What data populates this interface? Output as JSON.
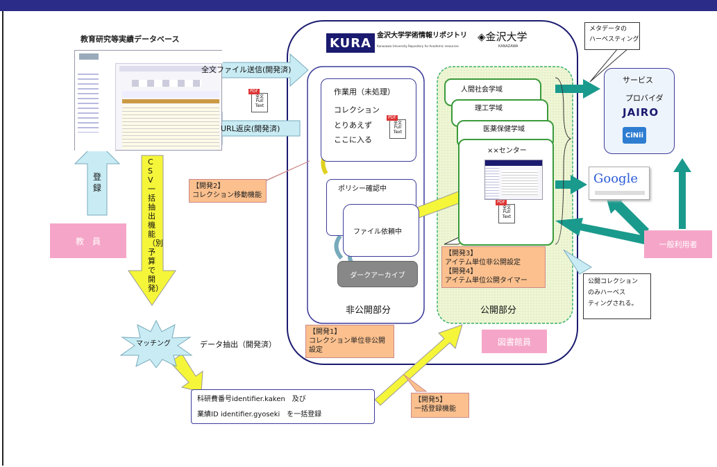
{
  "db_title": "教育研究等実績データベース",
  "kura_logo": "KURA",
  "kura_name": "金沢大学学術情報リポジトリ",
  "kura_name_en": "Kanazawa University Repository for Academic resources",
  "univ_logo": "金沢大学",
  "univ_logo_en": "KANAZAWA",
  "fulltext_send": "全文ファイル送信(開発済)",
  "url_return": "URL返戻(開発済)",
  "register": "登録",
  "faculty": "教　員",
  "csv_vertical": "CSV一括抽出機能（別予算で開発）",
  "matching": "マッチング",
  "data_extract": "データ抽出（開発済）",
  "bulk_line1": "科研費番号identifier.kaken　及び",
  "bulk_line2": "業績ID identifier.gyoseki　を一括登録",
  "work_title": "作業用（未処理）",
  "work_l2": "コレクション",
  "work_l3": "とりあえず",
  "work_l4": "ここに入る",
  "policy": "ポリシー確認中",
  "file_request": "ファイル依頼中",
  "dark_archive": "ダークアーカイブ",
  "private_part": "非公開部分",
  "public_part": "公開部分",
  "col1": "人間社会学域",
  "col2": "理工学域",
  "col3": "医薬保健学域",
  "col4": "××センター",
  "dev1_l1": "【開発1】",
  "dev1_l2": "コレクション単位非公開",
  "dev1_l3": "設定",
  "dev2_l1": "【開発2】",
  "dev2_l2": "コレクション移動機能",
  "dev34_l1": "【開発3】",
  "dev34_l2": "アイテム単位非公開設定",
  "dev34_l3": "【開発4】",
  "dev34_l4": "アイテム単位公開タイマー",
  "dev5_l1": "【開発5】",
  "dev5_l2": "一括登録機能",
  "librarian": "図書館員",
  "meta_l1": "メタデータの",
  "meta_l2": "ハーベスティング",
  "sp_l1": "サービス",
  "sp_l2": "プロバイダ",
  "jairo": "JAIRO",
  "cinii": "CiNii",
  "google": "Google",
  "general_user": "一般利用者",
  "pubcol_l1": "公開コレクション",
  "pubcol_l2": "のみハーベス",
  "pubcol_l3": "ティングされる。",
  "pdf_l1": "全文",
  "pdf_l2": "Full",
  "pdf_l3": "Text",
  "pdf_badge": "PDF",
  "colors": {
    "teal": "#1a9a8c",
    "yellow": "#f5f53a",
    "orange": "#fbc08e",
    "pink": "#f5a6c8",
    "navy": "#2b2b88",
    "green_bg": "#eef6d6"
  }
}
